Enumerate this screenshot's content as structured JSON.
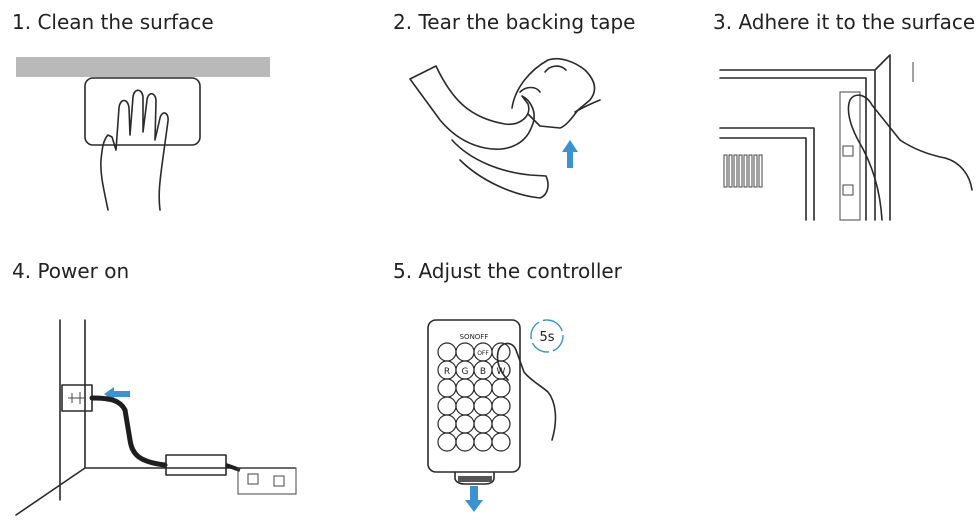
{
  "steps": [
    {
      "title": "1. Clean the surface"
    },
    {
      "title": "2. Tear the backing tape"
    },
    {
      "title": "3. Adhere it to the surface"
    },
    {
      "title": "4. Power on"
    },
    {
      "title": "5. Adjust the controller"
    }
  ],
  "remote": {
    "brand": "SONOFF",
    "off_label": "OFF",
    "r_label": "R",
    "g_label": "G",
    "b_label": "B",
    "w_label": "W",
    "hold_time": "5s"
  },
  "colors": {
    "arrow": "#3a93d0",
    "line": "#2a2a2a",
    "surface": "#b9b9b9"
  }
}
